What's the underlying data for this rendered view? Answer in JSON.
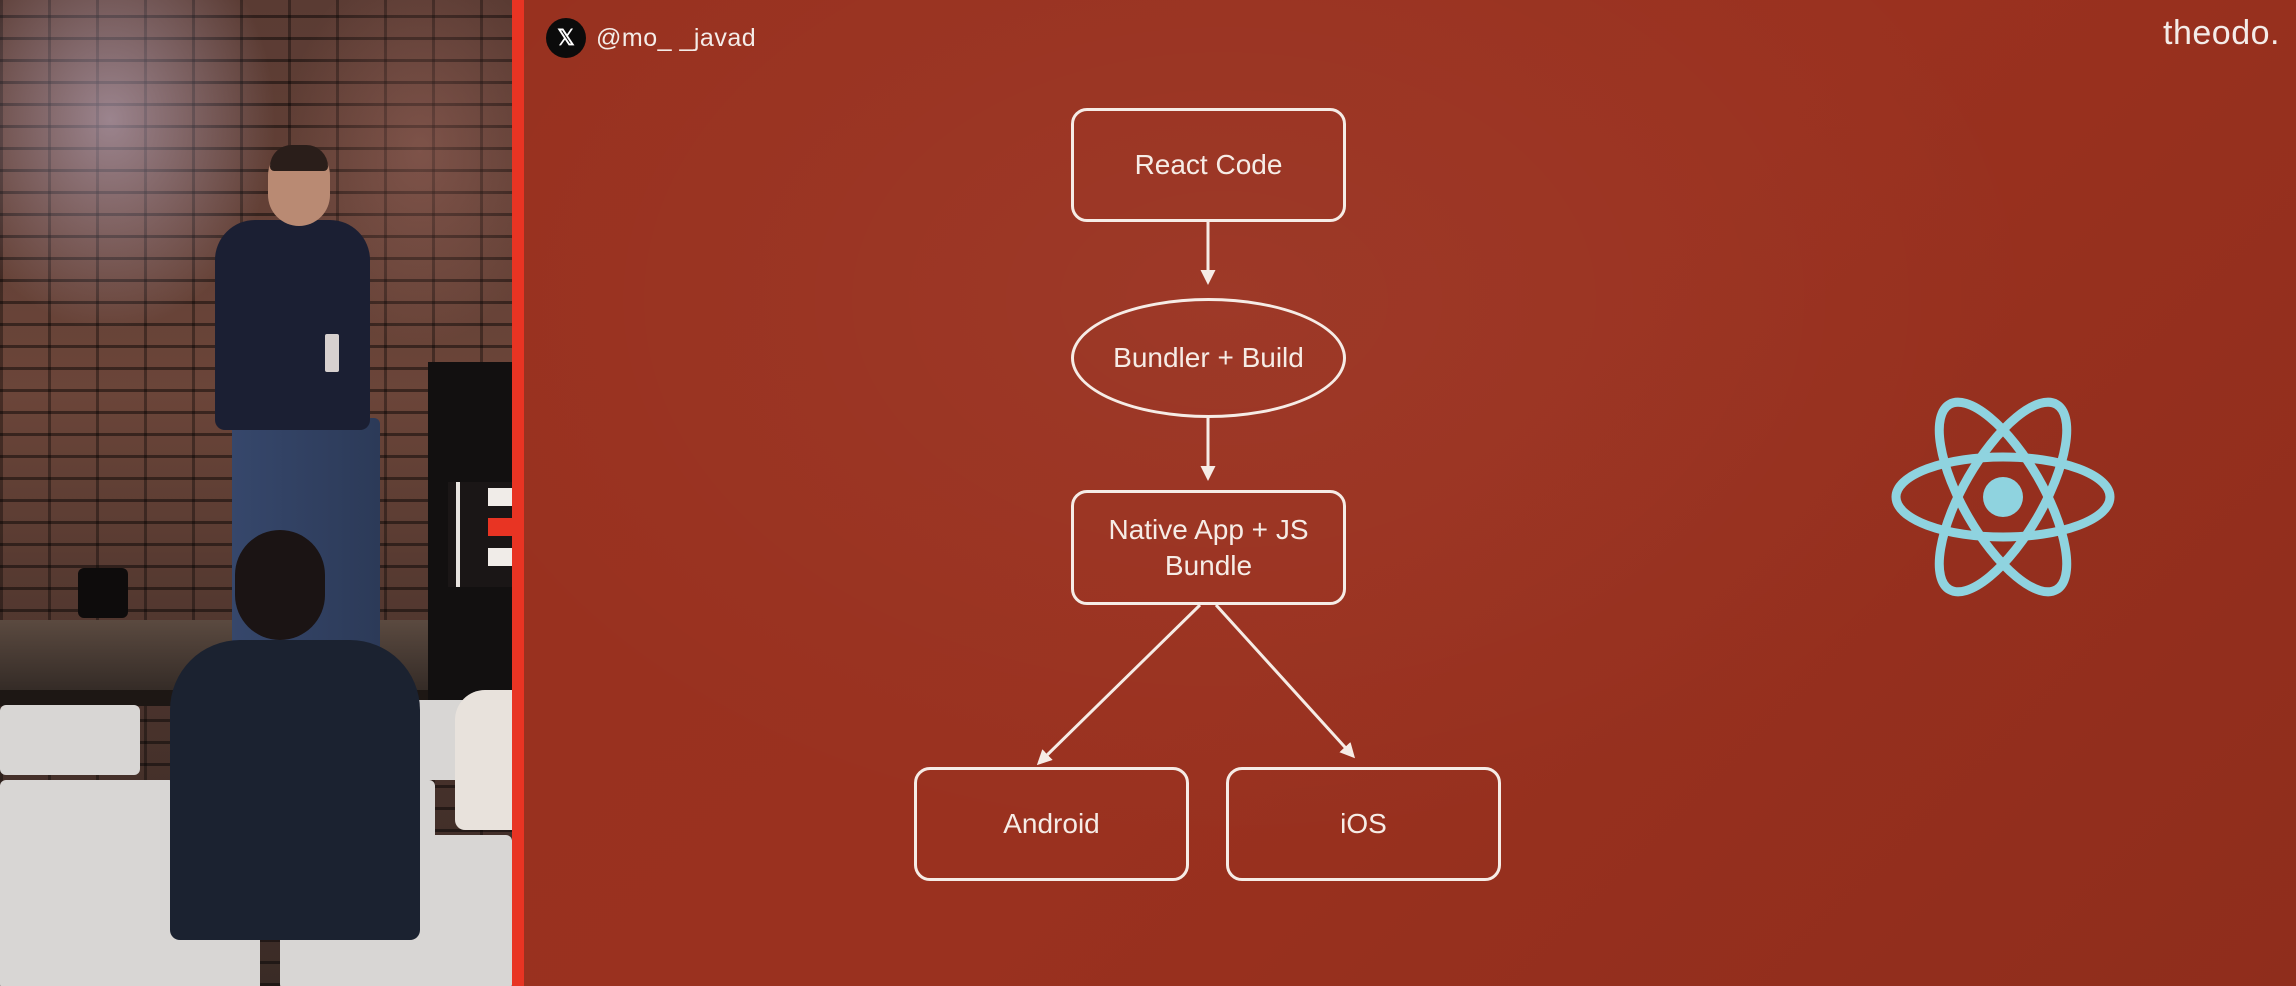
{
  "slide": {
    "social_handle": "@mo_ _javad",
    "social_icon": "x-logo-icon",
    "brand": "theodo.",
    "flowchart": {
      "nodes": {
        "react_code": "React Code",
        "bundler": "Bundler + Build",
        "native_app": "Native App + JS Bundle",
        "android": "Android",
        "ios": "iOS"
      },
      "edges": [
        [
          "react_code",
          "bundler"
        ],
        [
          "bundler",
          "native_app"
        ],
        [
          "native_app",
          "android"
        ],
        [
          "native_app",
          "ios"
        ]
      ]
    },
    "logo_icon": "react-logo-icon",
    "colors": {
      "background": "#98311f",
      "foreground": "#f6ece6",
      "react_logo": "#8fd3df",
      "separator": "#e83423"
    }
  }
}
